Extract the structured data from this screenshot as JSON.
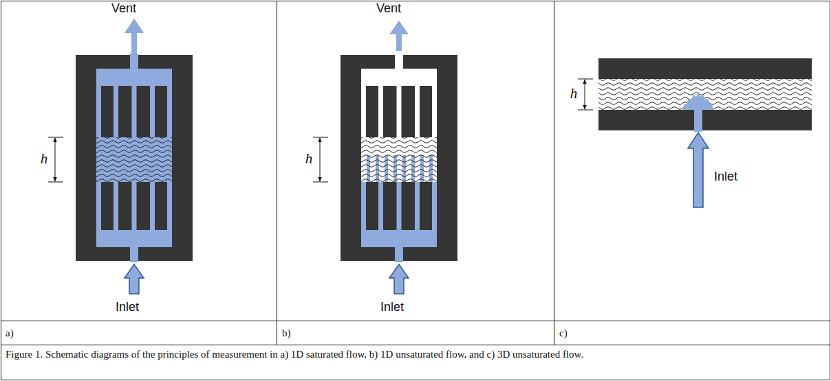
{
  "diagram": {
    "caption": "Figure 1. Schematic diagrams of the principles of measurement in a) 1D saturated flow, b) 1D unsaturated flow, and c) 3D unsaturated flow.",
    "labels": [
      "Vent",
      "h",
      "Inlet",
      "a)",
      "Vent",
      "h",
      "Inlet",
      "b)",
      "h",
      "Inlet",
      "c)"
    ]
  }
}
